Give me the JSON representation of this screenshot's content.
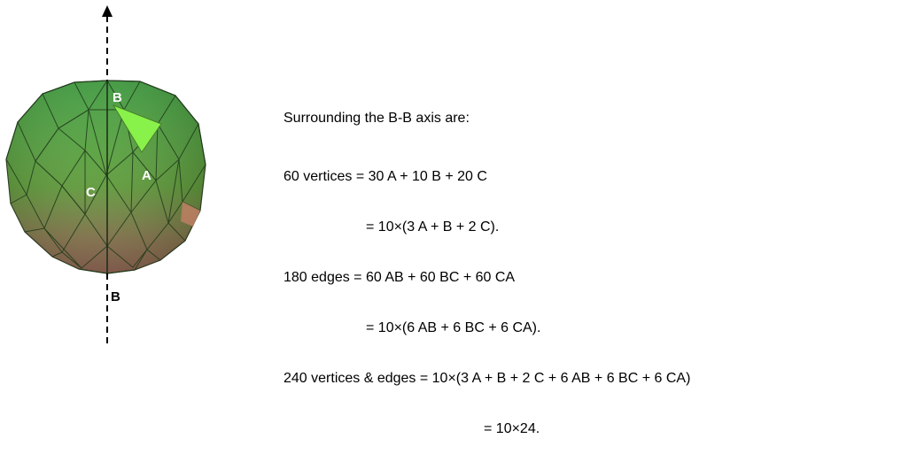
{
  "figure": {
    "labels": {
      "top_b": "B",
      "bottom_b": "B",
      "a": "A",
      "c": "C"
    },
    "colors": {
      "sphere_green": "#3f9a3b",
      "sphere_dark_green": "#2e6f2a",
      "sphere_brown": "#a9785f",
      "highlight_face": "#88f24a"
    }
  },
  "text": {
    "heading": "Surrounding the B-B axis are:",
    "vertices_line1": "60 vertices = 30 A + 10 B + 20 C",
    "vertices_line2": "= 10×(3 A + B + 2 C).",
    "edges_line1": "180 edges = 60 AB + 60 BC + 60 CA",
    "edges_line2": "= 10×(6 AB + 6 BC + 6 CA).",
    "total_line1": "240 vertices & edges = 10×(3 A + B + 2 C + 6 AB + 6 BC + 6 CA)",
    "total_line2": "= 10×24."
  }
}
